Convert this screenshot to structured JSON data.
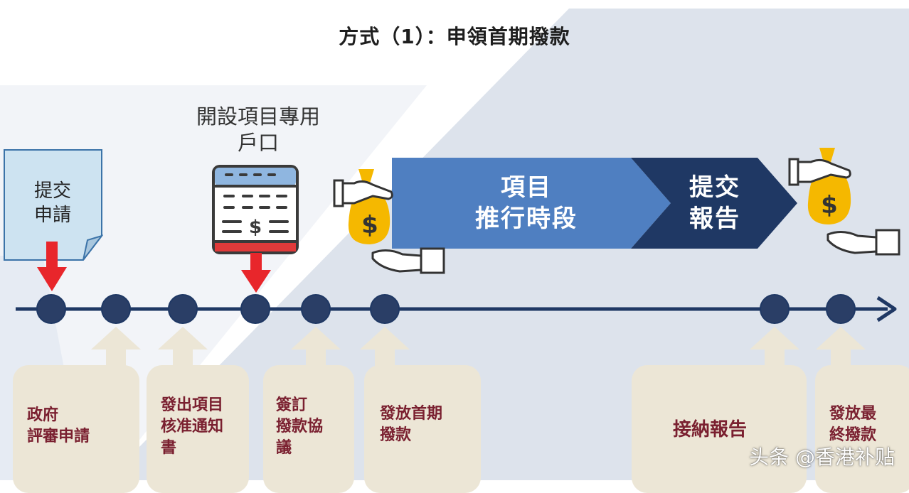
{
  "title": "方式（1）：申領首期撥款",
  "application_note": [
    "提交",
    "申請"
  ],
  "account_label": [
    "開設項目專用",
    "戶口"
  ],
  "phases": [
    {
      "lines": [
        "項目",
        "推行時段"
      ],
      "color": "#4f7fc1"
    },
    {
      "lines": [
        "提交",
        "報告"
      ],
      "color": "#1f3864"
    }
  ],
  "steps": [
    {
      "lines": [
        "政府",
        "評審申請"
      ]
    },
    {
      "lines": [
        "發出項目",
        "核准通知",
        "書"
      ]
    },
    {
      "lines": [
        "簽訂",
        "撥款協",
        "議"
      ]
    },
    {
      "lines": [
        "發放首期",
        "撥款"
      ]
    },
    {
      "lines": [
        "接納報告"
      ]
    },
    {
      "lines": [
        "發放最",
        "終撥款"
      ]
    }
  ],
  "watermark": "头条 @香港补贴",
  "colors": {
    "timeline": "#1f3864",
    "marker_arrow": "#e8262b",
    "step_box": "#ece6d6",
    "step_text": "#7a2030",
    "bg_panel": "#dde3ec",
    "money_bag": "#f5b800"
  },
  "icons": [
    "document-icon",
    "calculator-icon",
    "money-bag-hand-icon",
    "receiving-hand-icon",
    "red-arrow-icon",
    "up-arrow-icon"
  ]
}
